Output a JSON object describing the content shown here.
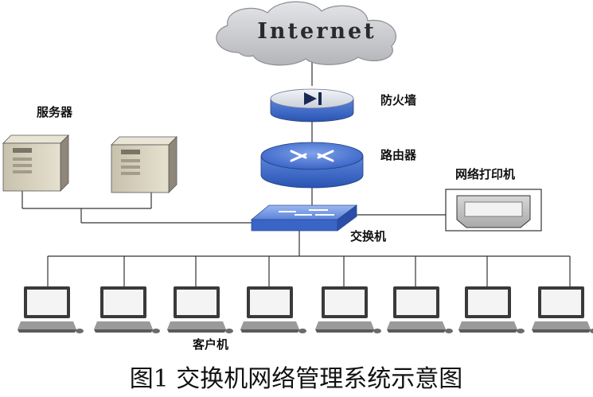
{
  "diagram": {
    "cloud_label": "Internet",
    "firewall_label": "防火墙",
    "router_label": "路由器",
    "switch_label": "交换机",
    "servers_label": "服务器",
    "printer_label": "网络打印机",
    "clients_label": "客户机",
    "caption": "图1  交换机网络管理系统示意图"
  },
  "colors": {
    "device_blue": "#3f6fd0",
    "cloud_gray": "#c9cacd",
    "server_tan": "#d9d2bd"
  }
}
